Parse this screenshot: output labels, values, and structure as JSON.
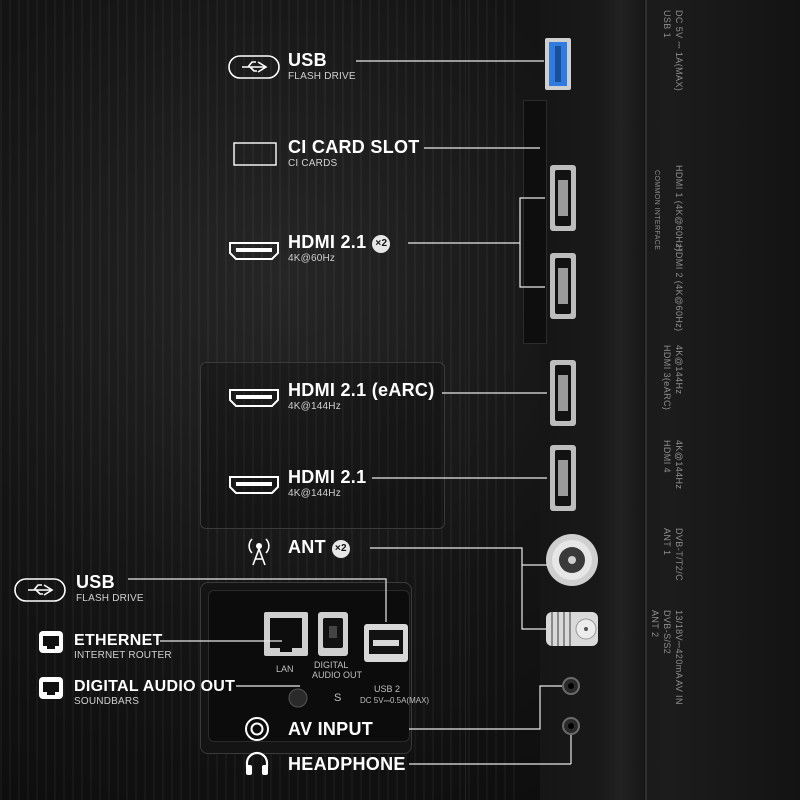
{
  "labels": {
    "usb_top": {
      "title": "USB",
      "sub": "FLASH DRIVE"
    },
    "ci": {
      "title": "CI CARD SLOT",
      "sub": "CI CARDS"
    },
    "hdmi21_x2": {
      "title": "HDMI 2.1",
      "badge": "×2",
      "sub": "4K@60Hz"
    },
    "hdmi_earc": {
      "title": "HDMI 2.1 (eARC)",
      "sub": "4K@144Hz"
    },
    "hdmi21": {
      "title": "HDMI 2.1",
      "sub": "4K@144Hz"
    },
    "ant": {
      "title": "ANT",
      "badge": "×2"
    },
    "usb_side": {
      "title": "USB",
      "sub": "FLASH DRIVE"
    },
    "ethernet": {
      "title": "ETHERNET",
      "sub": "INTERNET ROUTER"
    },
    "digital_audio": {
      "title": "DIGITAL AUDIO OUT",
      "sub": "SOUNDBARS"
    },
    "av_input": {
      "title": "AV INPUT"
    },
    "headphone": {
      "title": "HEADPHONE"
    }
  },
  "port_labels": {
    "lan": "LAN",
    "digital1": "DIGITAL",
    "digital2": "AUDIO OUT",
    "usb2a": "USB 2",
    "usb2b": "DC 5V⎓0.5A(MAX)",
    "s": "S"
  },
  "printed": {
    "usb1": "USB 1",
    "usb1b": "DC 5V ⎓ 1A(MAX)",
    "ci": "COMMON INTERFACE",
    "hdmi1": "HDMI 1 (4K@60Hz)",
    "hdmi2": "HDMI 2 (4K@60Hz)",
    "hdmi3": "HDMI 3(eARC)",
    "hdmi3b": "4K@144Hz",
    "hdmi4": "HDMI 4",
    "hdmi4b": "4K@144Hz",
    "ant1": "ANT 1",
    "ant1b": "DVB-T/T2/C",
    "ant2": "ANT 2",
    "ant2b": "DVB-S/S2",
    "ant2c": "13/18V⎓420mA",
    "avin": "AV IN"
  },
  "icons": [
    "usb-icon",
    "ci-card-icon",
    "hdmi-icon",
    "antenna-icon",
    "ethernet-icon",
    "optical-icon",
    "av-input-icon",
    "headphone-icon"
  ],
  "colors": {
    "accent_usb": "#2f7be0",
    "text": "#ffffff",
    "line": "#e8e8e8"
  }
}
